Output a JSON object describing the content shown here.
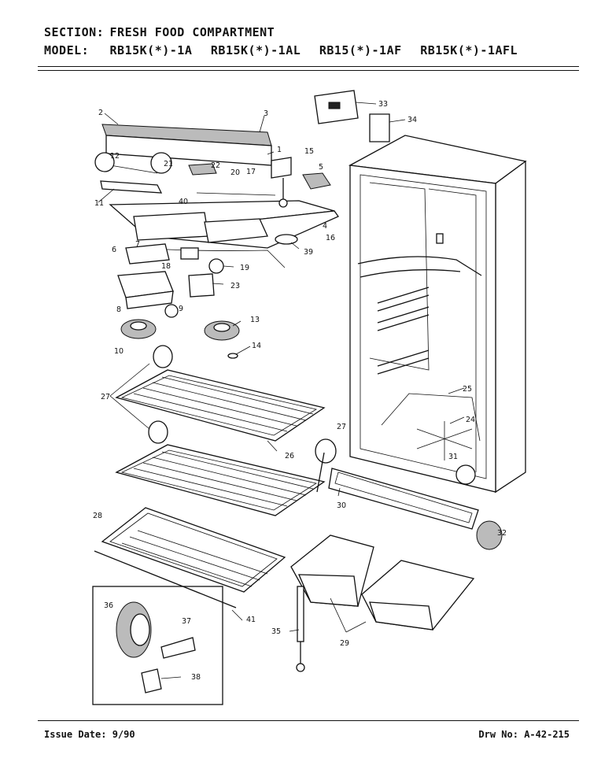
{
  "header": {
    "section_label": "SECTION:",
    "section_value": "FRESH FOOD COMPARTMENT",
    "model_label": "MODEL:",
    "models": [
      "RB15K(*)-1A",
      "RB15K(*)-1AL",
      "RB15(*)-1AF",
      "RB15K(*)-1AFL"
    ]
  },
  "footer": {
    "issue_date": "Issue Date: 9/90",
    "drawing_no": "Drw No: A-42-215"
  },
  "callouts": {
    "c1": "1",
    "c2": "2",
    "c3": "3",
    "c4": "4",
    "c5": "5",
    "c6": "6",
    "c7": "7",
    "c8": "8",
    "c9": "9",
    "c10": "10",
    "c11": "11",
    "c12": "12",
    "c13": "13",
    "c14": "14",
    "c15": "15",
    "c16": "16",
    "c17": "17",
    "c18": "18",
    "c19": "19",
    "c20": "20",
    "c21": "21",
    "c22": "22",
    "c23": "23",
    "c24": "24",
    "c25": "25",
    "c26": "26",
    "c27a": "27",
    "c27b": "27",
    "c28": "28",
    "c29": "29",
    "c30": "30",
    "c31": "31",
    "c32": "32",
    "c33": "33",
    "c34": "34",
    "c35": "35",
    "c36": "36",
    "c37": "37",
    "c38": "38",
    "c39": "39",
    "c40": "40",
    "c41": "41"
  }
}
